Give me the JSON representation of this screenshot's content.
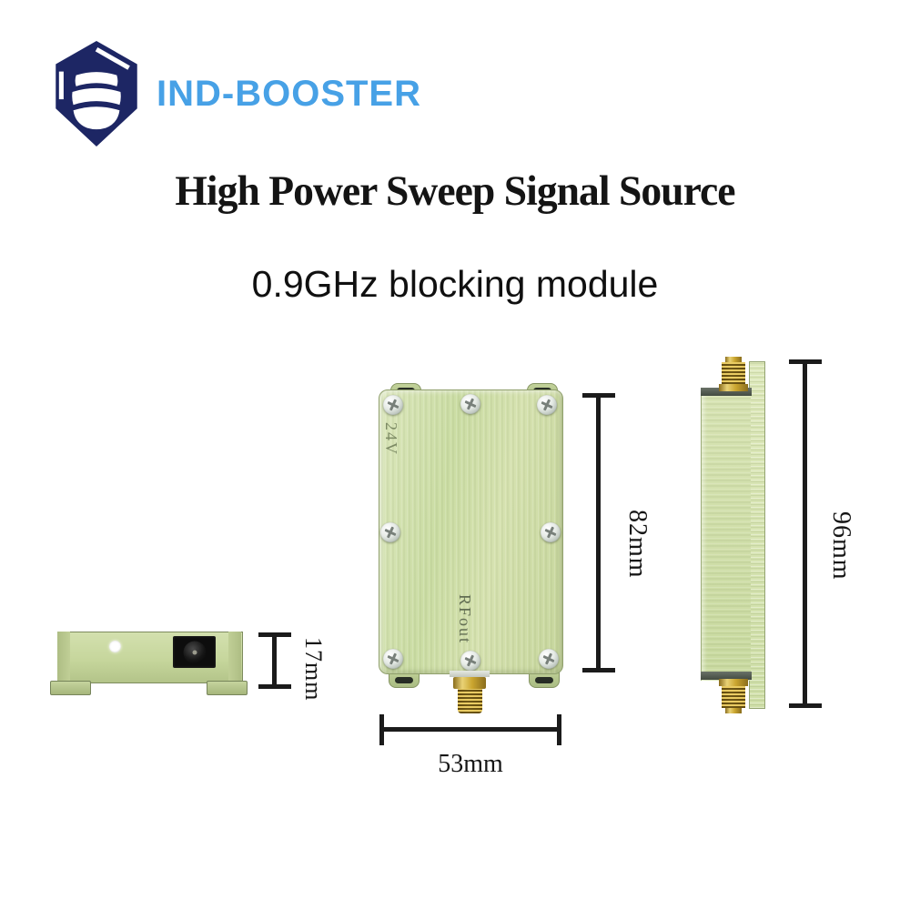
{
  "brand": {
    "name": "IND-BOOSTER",
    "logo_icon": "hexagon-barrel-logo",
    "logo_color": "#1d2664",
    "name_color": "#47a1e6"
  },
  "heading": {
    "title": "High Power Sweep Signal Source",
    "subtitle": "0.9GHz blocking module"
  },
  "module": {
    "front_labels": {
      "voltage": "24V",
      "rf_output": "RFout"
    },
    "colors": {
      "body_green": "#cddfa9",
      "connector_gold": "#c9a42e",
      "dimension_line": "#1b1b1b",
      "jack_black": "#0d0d0d"
    }
  },
  "dimensions": {
    "front_height": "82mm",
    "front_width": "53mm",
    "side_height": "96mm",
    "end_thickness": "17mm"
  }
}
